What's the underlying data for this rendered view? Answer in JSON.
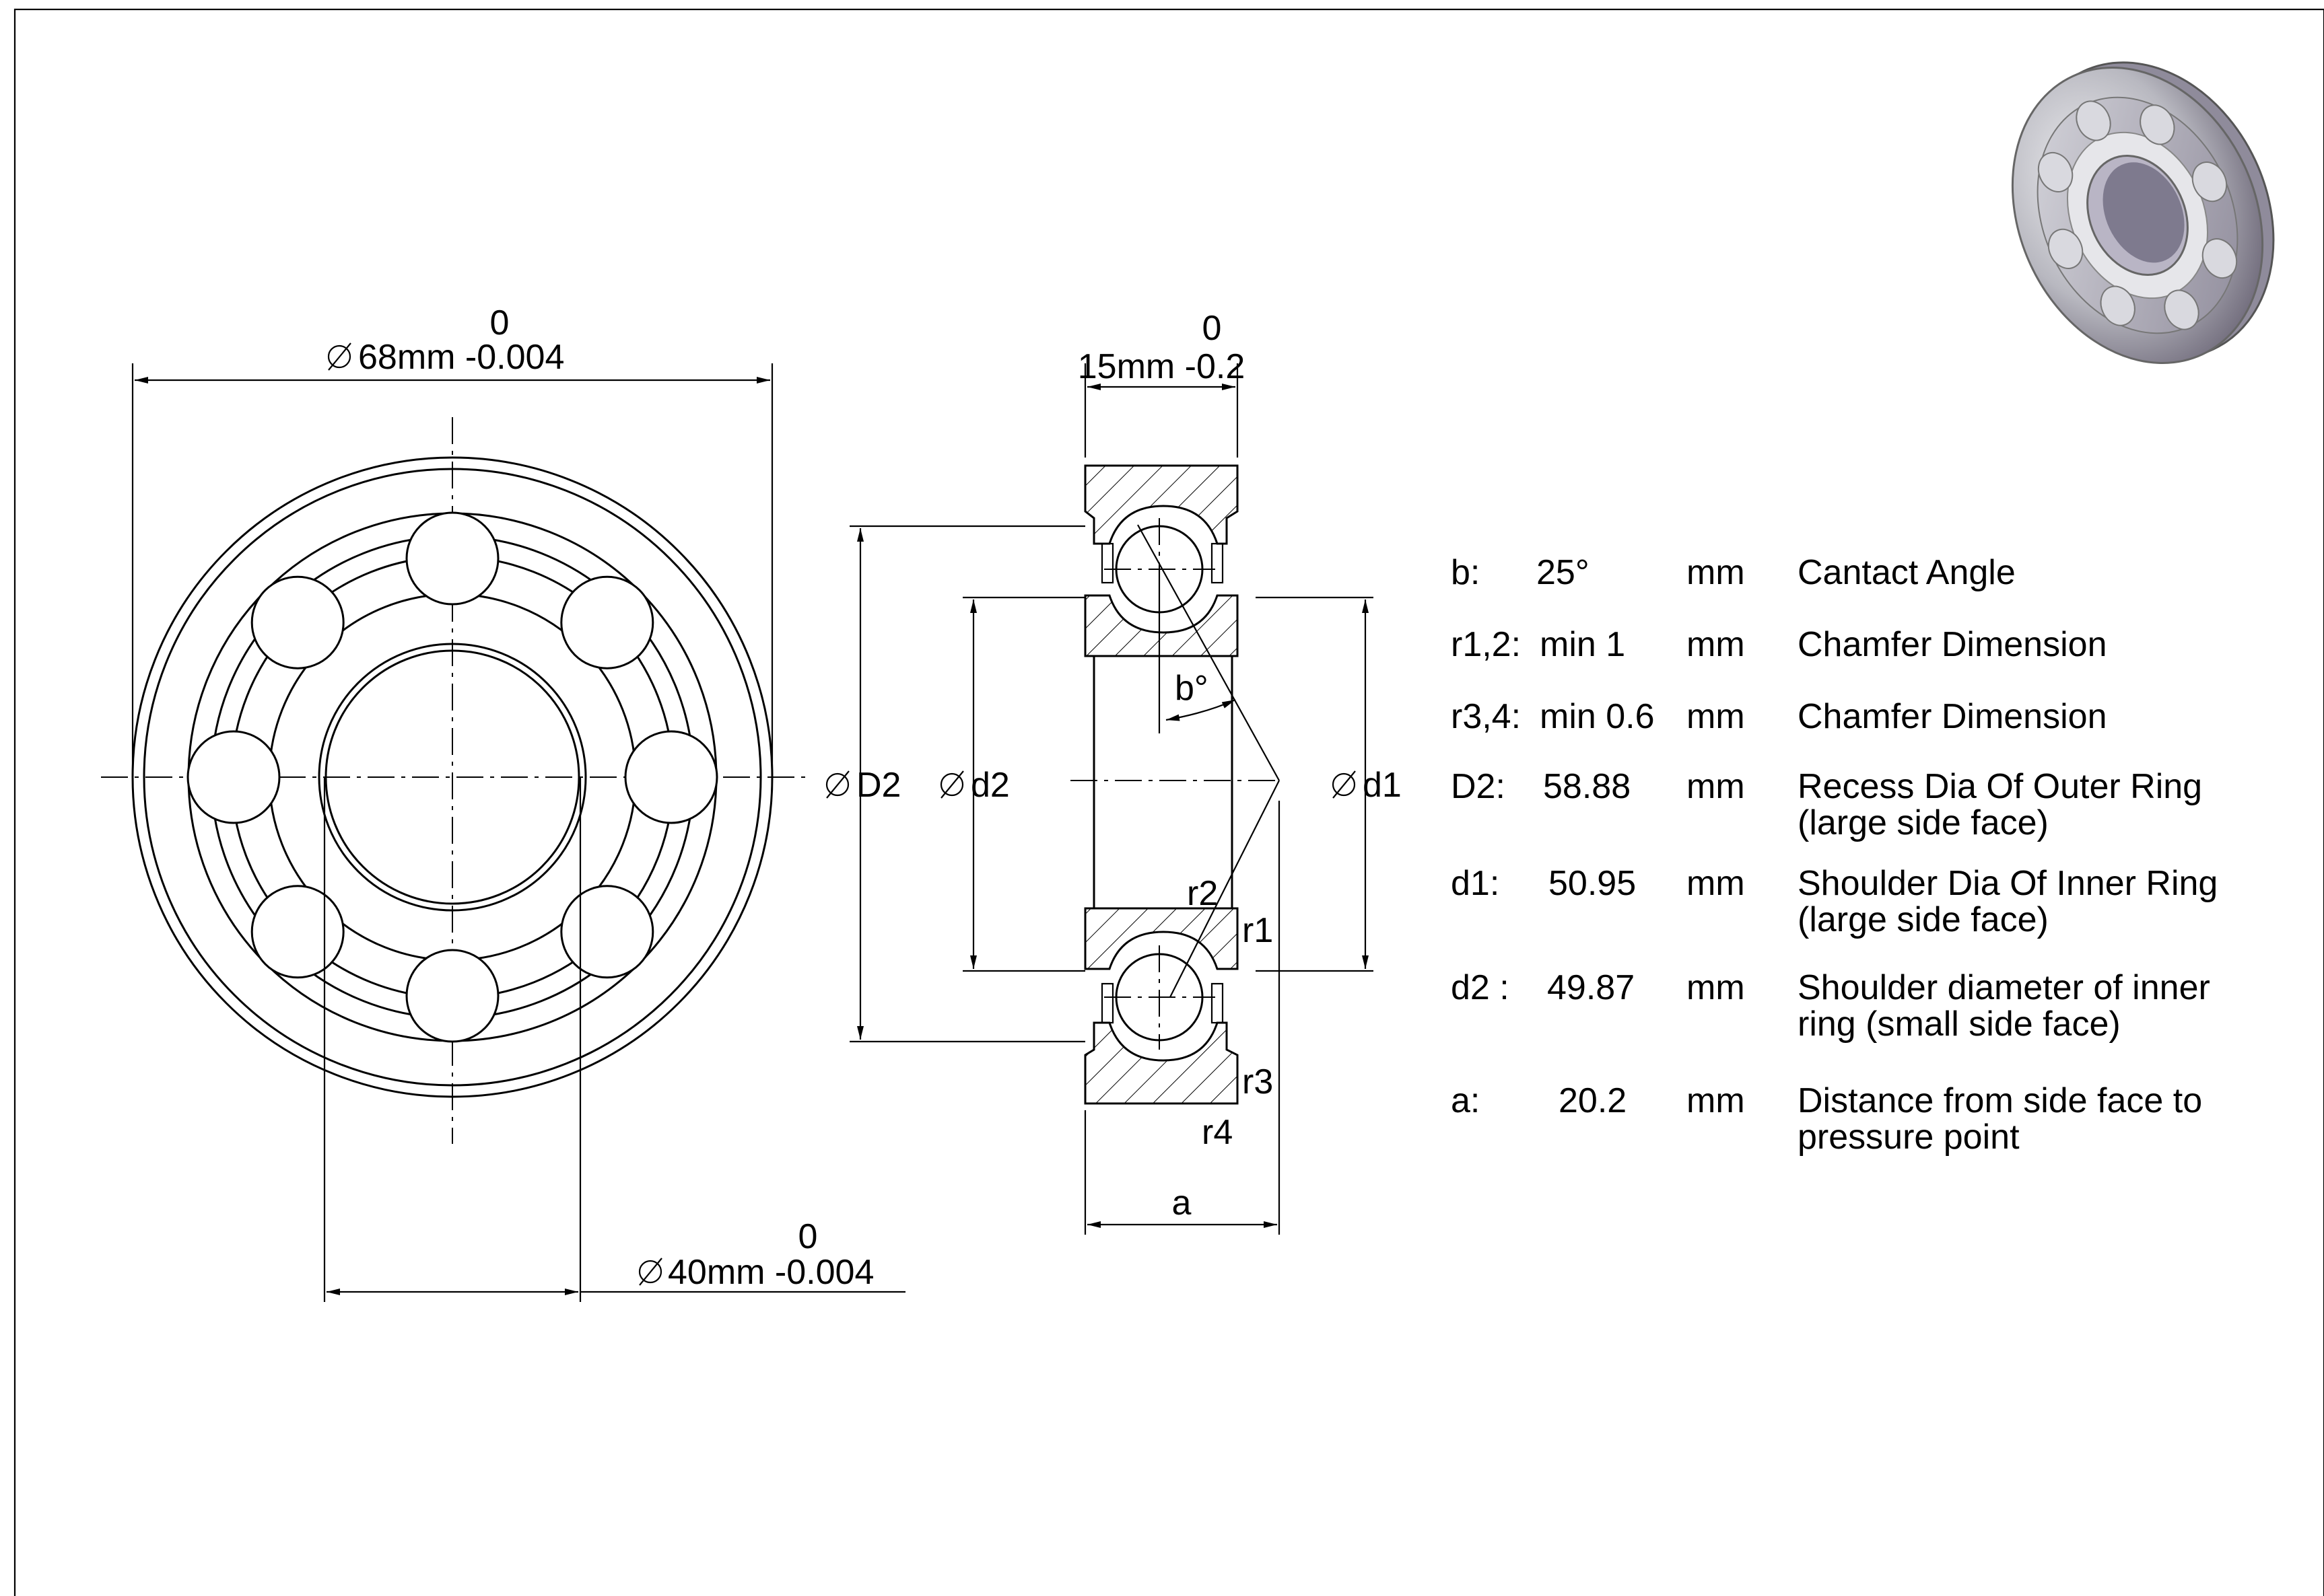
{
  "dimensions": {
    "outer_dia_upper": "0",
    "outer_dia": "68mm -0.004",
    "width_upper": "0",
    "width": "15mm -0.2",
    "bore_upper": "0",
    "bore": "40mm -0.004",
    "D2_label": "D2",
    "d2_label": "d2",
    "d1_label": "d1",
    "angle_label": "b°",
    "r1": "r1",
    "r2": "r2",
    "r3": "r3",
    "r4": "r4",
    "a": "a"
  },
  "icons": {
    "diameter": "diameter-symbol-icon",
    "render": "bearing-3d-render-icon"
  },
  "specs": [
    {
      "key": "b:",
      "value": "25°",
      "unit": "mm",
      "desc": [
        "Cantact Angle"
      ]
    },
    {
      "key": "r1,2:",
      "value": "min 1",
      "unit": "mm",
      "desc": [
        "Chamfer Dimension"
      ]
    },
    {
      "key": "r3,4:",
      "value": "min 0.6",
      "unit": "mm",
      "desc": [
        "Chamfer Dimension"
      ]
    },
    {
      "key": "D2:",
      "value": "58.88",
      "unit": "mm",
      "desc": [
        "Recess Dia Of Outer Ring",
        "(large side face)"
      ]
    },
    {
      "key": "d1:",
      "value": "50.95",
      "unit": "mm",
      "desc": [
        "Shoulder Dia Of Inner Ring",
        "(large side face)"
      ]
    },
    {
      "key": "d2 :",
      "value": "49.87",
      "unit": "mm",
      "desc": [
        "Shoulder diameter of inner",
        "ring (small side face)"
      ]
    },
    {
      "key": "a:",
      "value": "20.2",
      "unit": "mm",
      "desc": [
        "Distance from side face to",
        "pressure point"
      ]
    }
  ]
}
